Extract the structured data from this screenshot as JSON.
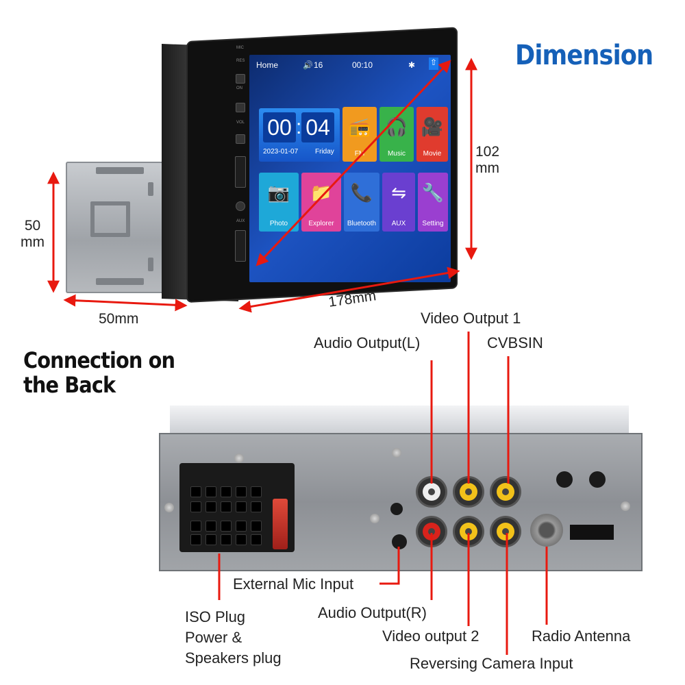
{
  "titles": {
    "dimension": "Dimension",
    "connection_line1": "Connection on",
    "connection_line2": "the Back"
  },
  "dimensions": {
    "height_value": "102",
    "height_unit": "mm",
    "depth_value": "50",
    "depth_unit": "mm",
    "depth_bottom": "50mm",
    "width": "178mm"
  },
  "screen": {
    "home_label": "Home",
    "volume": "16",
    "status_time": "00:10",
    "clock_hours": "00",
    "clock_minutes": "04",
    "date": "2023-01-07",
    "weekday": "Friday",
    "tiles": [
      {
        "label": "FM",
        "icon": "radio-icon",
        "color": "#f19a1f"
      },
      {
        "label": "Music",
        "icon": "headphones-icon",
        "color": "#38b24a"
      },
      {
        "label": "Movie",
        "icon": "camera-icon",
        "color": "#e03b2e"
      },
      {
        "label": "Photo",
        "icon": "photo-icon",
        "color": "#1ea8d8"
      },
      {
        "label": "Explorer",
        "icon": "folder-icon",
        "color": "#e0439a"
      },
      {
        "label": "Bluetooth",
        "icon": "phone-icon",
        "color": "#2f6fd8"
      },
      {
        "label": "AUX",
        "icon": "aux-icon",
        "color": "#6a3fd0"
      },
      {
        "label": "Setting",
        "icon": "tools-icon",
        "color": "#9a3fd0"
      }
    ],
    "side_labels": [
      "MIC",
      "RES",
      "ON",
      "VOL",
      "AUX"
    ]
  },
  "connections": {
    "video_output_1": "Video Output 1",
    "audio_output_l": "Audio  Output(L)",
    "cvbsin": "CVBSIN",
    "external_mic": "External Mic Input",
    "iso_plug_line1": "ISO Plug",
    "iso_plug_line2": "Power &",
    "iso_plug_line3": "Speakers plug",
    "audio_output_r": "Audio Output(R)",
    "video_output_2": "Video output 2",
    "radio_antenna": "Radio Antenna",
    "reversing_camera": "Reversing Camera Input"
  },
  "colors": {
    "title_blue": "#1560b8",
    "arrow_red": "#e8190f",
    "rca_yellow": "#f2c21a",
    "rca_red": "#d8231c",
    "rca_white": "#eeeeee"
  }
}
